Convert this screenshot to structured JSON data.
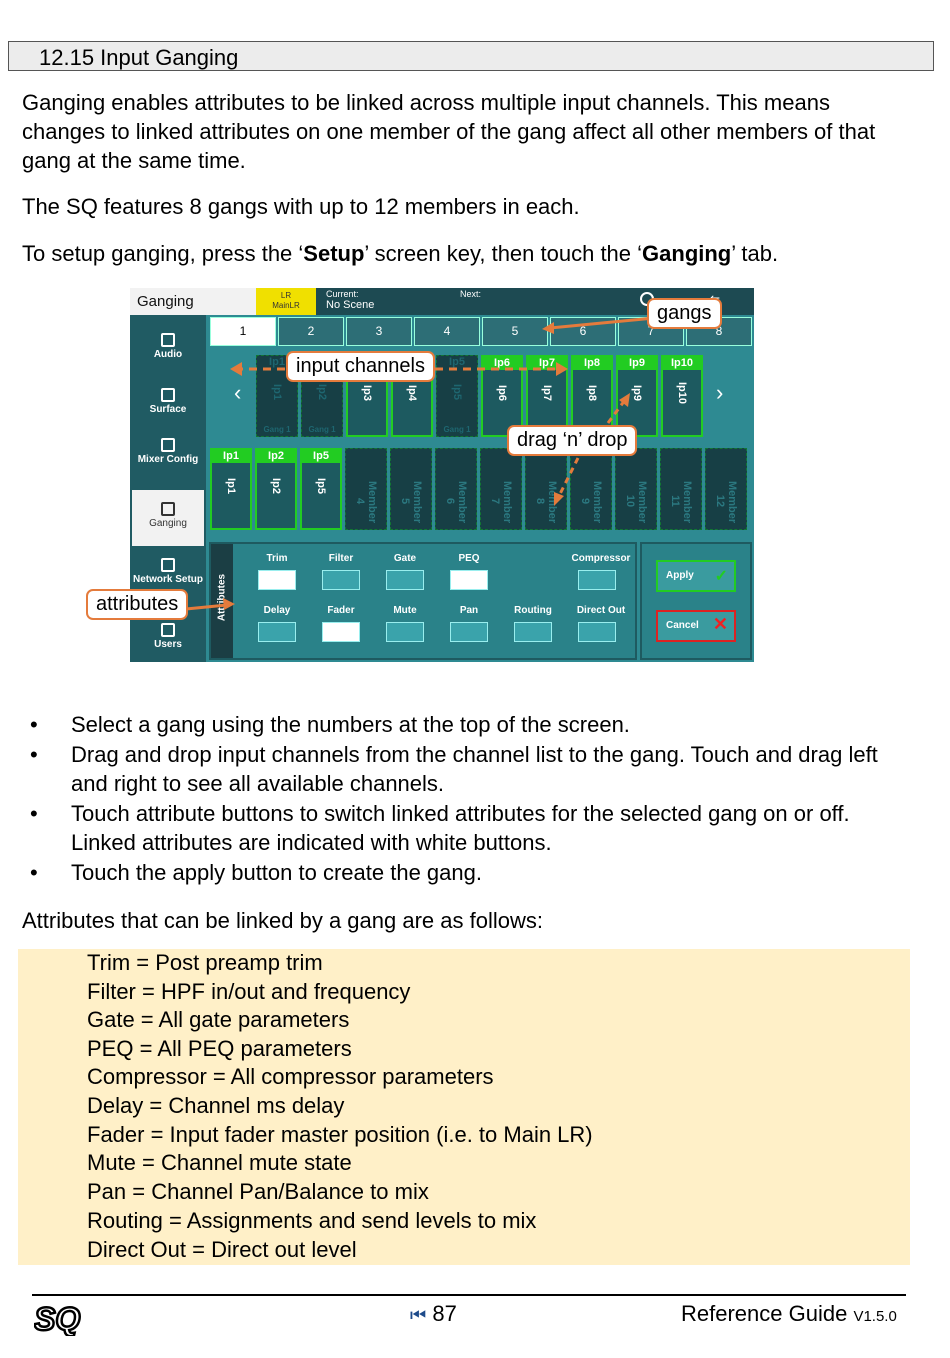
{
  "section": {
    "title": "12.15 Input Ganging"
  },
  "intro": {
    "p1": "Ganging enables attributes to be linked across multiple input channels. This means changes to linked attributes on one member of the gang affect all other members of that gang at the same time.",
    "p2": "The SQ features 8 gangs with up to 12 members in each.",
    "p3_pre": "To setup ganging, press the ‘",
    "p3_b1": "Setup",
    "p3_mid": "’ screen key, then touch the ‘",
    "p3_b2": "Ganging",
    "p3_post": "’ tab."
  },
  "screenshot": {
    "title": "Ganging",
    "lr_top": "LR",
    "lr_bottom": "MainLR",
    "current_label": "Current:",
    "current_value": "No Scene",
    "next_label": "Next:",
    "sidebar": [
      "Audio",
      "Surface",
      "Mixer Config",
      "Ganging",
      "Network Setup",
      "Users"
    ],
    "gang_tabs": [
      "1",
      "2",
      "3",
      "4",
      "5",
      "6",
      "7",
      "8"
    ],
    "channels": [
      {
        "label": "Ip1",
        "sub": "Gang 1",
        "state": "empty"
      },
      {
        "label": "Ip2",
        "sub": "Gang 1",
        "state": "empty"
      },
      {
        "label": "Ip3",
        "sub": "",
        "state": "on"
      },
      {
        "label": "Ip4",
        "sub": "",
        "state": "on"
      },
      {
        "label": "Ip5",
        "sub": "Gang 1",
        "state": "empty"
      },
      {
        "label": "Ip6",
        "sub": "",
        "state": "on"
      },
      {
        "label": "Ip7",
        "sub": "",
        "state": "on"
      },
      {
        "label": "Ip8",
        "sub": "",
        "state": "on"
      },
      {
        "label": "Ip9",
        "sub": "",
        "state": "on"
      },
      {
        "label": "Ip10",
        "sub": "",
        "state": "on"
      }
    ],
    "members": [
      "Ip1",
      "Ip2",
      "Ip5",
      "Member 4",
      "Member 5",
      "Member 6",
      "Member 7",
      "Member 8",
      "Member 9",
      "Member 10",
      "Member 11",
      "Member 12"
    ],
    "attributes_title": "Attributes",
    "attributes_row1": [
      {
        "label": "Trim",
        "on": true
      },
      {
        "label": "Filter",
        "on": false
      },
      {
        "label": "Gate",
        "on": false
      },
      {
        "label": "PEQ",
        "on": true
      },
      {
        "label": "",
        "on": false
      },
      {
        "label": "Compressor",
        "on": false
      }
    ],
    "attributes_row2": [
      {
        "label": "Delay",
        "on": false
      },
      {
        "label": "Fader",
        "on": true
      },
      {
        "label": "Mute",
        "on": false
      },
      {
        "label": "Pan",
        "on": false
      },
      {
        "label": "Routing",
        "on": false
      },
      {
        "label": "Direct Out",
        "on": false
      }
    ],
    "apply": "Apply",
    "cancel": "Cancel",
    "scroll_left": "‹",
    "scroll_right": "›"
  },
  "callouts": {
    "gangs": "gangs",
    "input_channels": "input channels",
    "drag": "drag ‘n’ drop",
    "attributes": "attributes"
  },
  "bullets": [
    "Select a gang using the numbers at the top of the screen.",
    "Drag and drop input channels from the channel list to the gang. Touch and drag left and right to see all available channels.",
    "Touch attribute buttons to switch linked attributes for the selected gang on or off. Linked attributes are indicated with white buttons.",
    "Touch the apply button to create the gang."
  ],
  "list_intro": "Attributes that can be linked by a gang are as follows:",
  "attr_list": [
    "Trim = Post preamp trim",
    "Filter = HPF in/out and frequency",
    "Gate = All gate parameters",
    "PEQ = All PEQ parameters",
    "Compressor = All compressor parameters",
    "Delay = Channel ms delay",
    "Fader = Input fader master position (i.e. to Main LR)",
    "Mute = Channel mute state",
    "Pan = Channel Pan/Balance to mix",
    "Routing = Assignments and send levels to mix",
    "Direct Out = Direct out level"
  ],
  "footer": {
    "logo": "SQ",
    "page_icon": "⏮",
    "page": "87",
    "guide": "Reference Guide",
    "version": "V1.5.0"
  },
  "colors": {
    "accent": "#e47b3c",
    "channel_on": "#22cc22",
    "highlight_box": "#fff0c8"
  }
}
